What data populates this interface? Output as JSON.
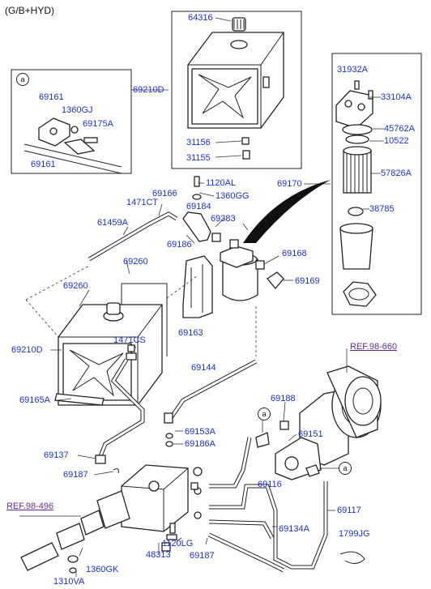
{
  "header": "(G/B+HYD)",
  "refs": {
    "ref1": "REF.98-660",
    "ref2": "REF.98-496"
  },
  "markers": {
    "a": "a"
  },
  "labels": {
    "p64316": "64316",
    "p69210D_top": "69210D",
    "p31156": "31156",
    "p31155": "31155",
    "p31932A": "31932A",
    "p33104A": "33104A",
    "p45762A": "45762A",
    "p10522": "10522",
    "p57826A": "57826A",
    "p69170": "69170",
    "p38785": "38785",
    "p69161_a": "69161",
    "p1360GJ": "1360GJ",
    "p69175A": "69175A",
    "p69161_b": "69161",
    "p1120AL": "1120AL",
    "p1360GG": "1360GG",
    "p69166": "69166",
    "p1471CT": "1471CT",
    "p69184": "69184",
    "p69383": "69383",
    "p61459A": "61459A",
    "p69186_top": "69186",
    "p69168": "69168",
    "p69169": "69169",
    "p69260_a": "69260",
    "p69260_b": "69260",
    "p69163": "69163",
    "p1471CS": "1471CS",
    "p69210D_mid": "69210D",
    "p69144": "69144",
    "p69165A": "69165A",
    "p69188": "69188",
    "p69153A": "69153A",
    "p69151": "69151",
    "p69186A": "69186A",
    "p69137": "69137",
    "p69187_a": "69187",
    "p69116": "69116",
    "p69117": "69117",
    "p69134A": "69134A",
    "p1120LG": "1120LG",
    "p48313": "48313",
    "p69187_b": "69187",
    "p1799JG": "1799JG",
    "p1360GK": "1360GK",
    "p1310VA": "1310VA"
  }
}
